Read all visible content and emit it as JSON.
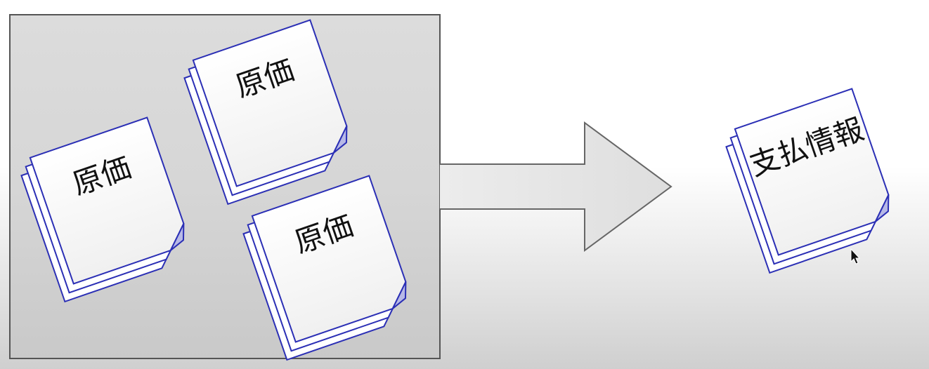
{
  "diagram": {
    "source_group": {
      "documents": [
        {
          "label": "原価"
        },
        {
          "label": "原価"
        },
        {
          "label": "原価"
        }
      ]
    },
    "arrow": {
      "direction": "right"
    },
    "target": {
      "document": {
        "label": "支払情報"
      }
    }
  },
  "colors": {
    "document_border": "#2b2fb5",
    "document_fill": "#ffffff",
    "document_fold": "#b7b9e6",
    "group_border": "#555555",
    "arrow_fill": "#e4e4e4",
    "arrow_stroke": "#666666"
  }
}
